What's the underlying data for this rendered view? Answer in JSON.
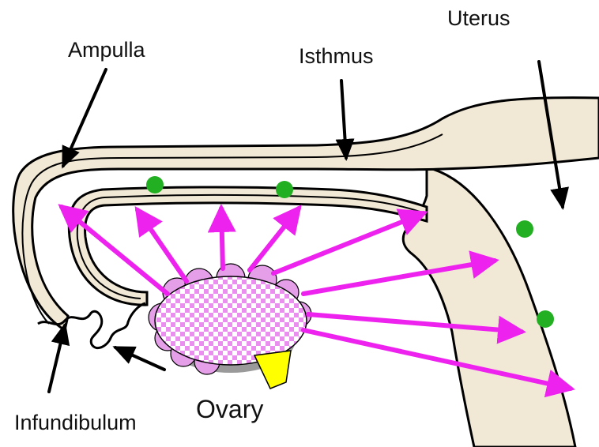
{
  "labels": {
    "ampulla": "Ampulla",
    "isthmus": "Isthmus",
    "uterus": "Uterus",
    "infundibulum": "Infundibulum",
    "ovary": "Ovary"
  },
  "colors": {
    "tissue": "#f1e8d6",
    "outline": "#000000",
    "arrow_magenta": "#ee22ee",
    "pointer_black": "#000000",
    "dot_green": "#22b022",
    "ovary_check_a": "#ea8ff0",
    "ovary_check_b": "#ffffff",
    "ovary_lobes": "#e59ee8",
    "ovary_shadow": "#9a9a9a",
    "yellow_body": "#ffff00"
  },
  "icons": {
    "pointer": "black-pointer-arrow",
    "emission": "magenta-arrow",
    "marker": "green-dot"
  }
}
